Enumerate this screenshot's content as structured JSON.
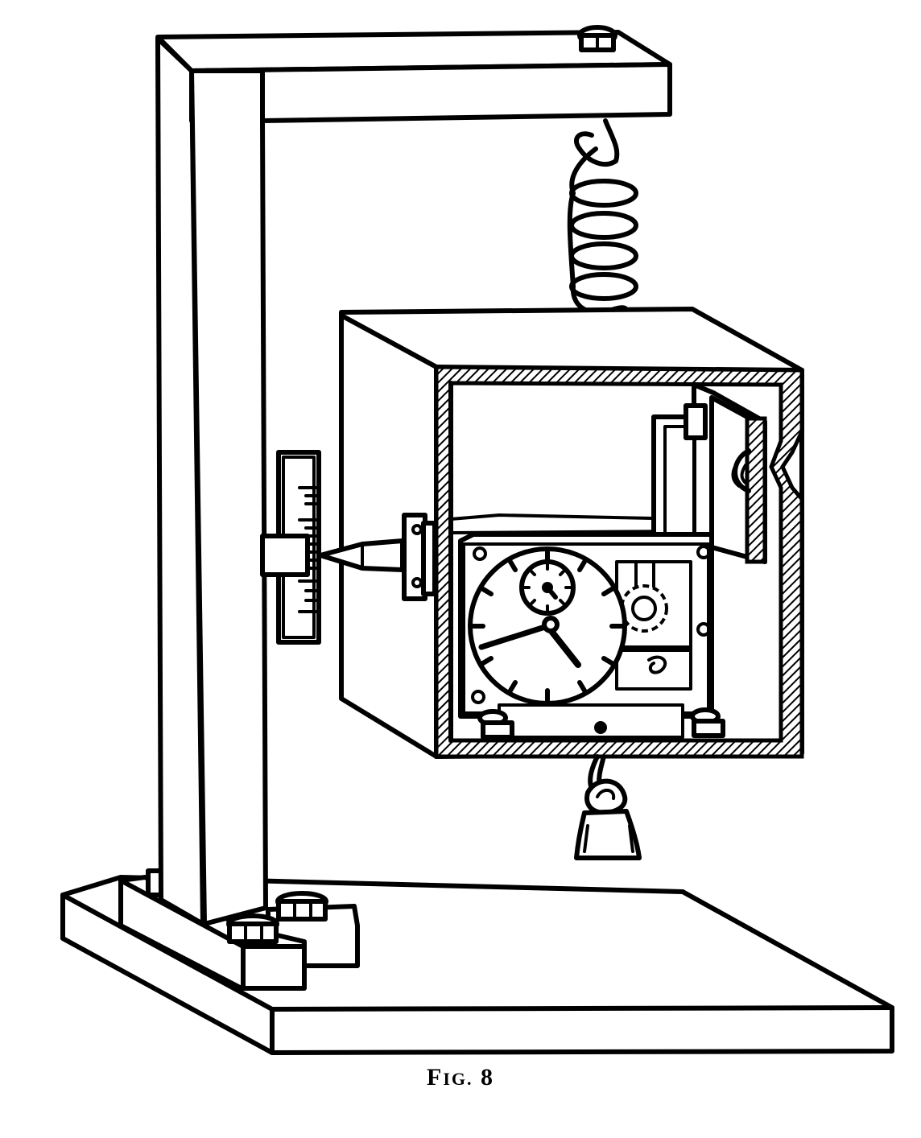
{
  "figure": {
    "caption_prefix": "F",
    "caption_smallcaps": "IG.",
    "caption_number": "8",
    "ink_color": "#000000",
    "paper_color": "#ffffff",
    "components": [
      "stand-base-plate",
      "vertical-column",
      "overhead-arm",
      "suspension-spring",
      "clock-box",
      "clock-dial",
      "seconds-subdial",
      "gear-train",
      "vertical-scale",
      "pointer",
      "hanging-weight",
      "clamp-bolts"
    ]
  }
}
